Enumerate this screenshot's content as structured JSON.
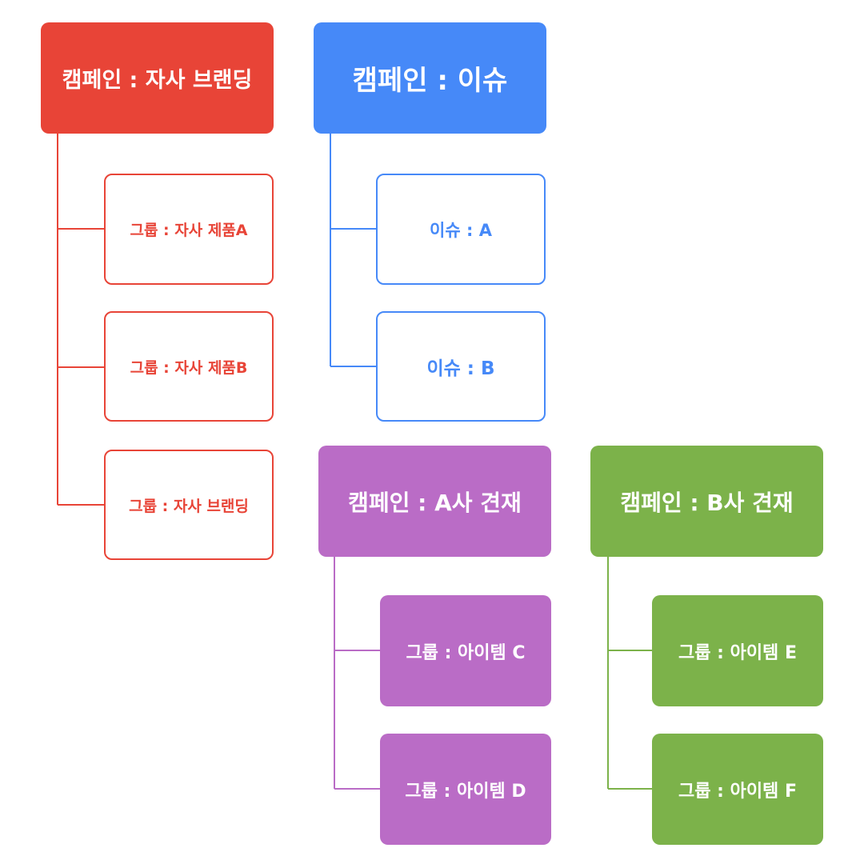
{
  "colors": {
    "red": "#E84437",
    "blue": "#4689F8",
    "purple": "#BA6CC6",
    "green": "#7CB24A"
  },
  "campaigns": [
    {
      "label": "캠페인 : 자사 브랜딩",
      "color": "red",
      "children": [
        "그룹 : 자사 제품A",
        "그룹 : 자사 제품B",
        "그룹 : 자사 브랜딩"
      ]
    },
    {
      "label": "캠페인 : 이슈",
      "color": "blue",
      "children": [
        "이슈 : A",
        "이슈 : B"
      ]
    },
    {
      "label": "캠페인 : A사 견재",
      "color": "purple",
      "children": [
        "그룹 : 아이템 C",
        "그룹 : 아이템 D"
      ]
    },
    {
      "label": "캠페인 : B사 견재",
      "color": "green",
      "children": [
        "그룹 : 아이템 E",
        "그룹 : 아이템 F"
      ]
    }
  ]
}
